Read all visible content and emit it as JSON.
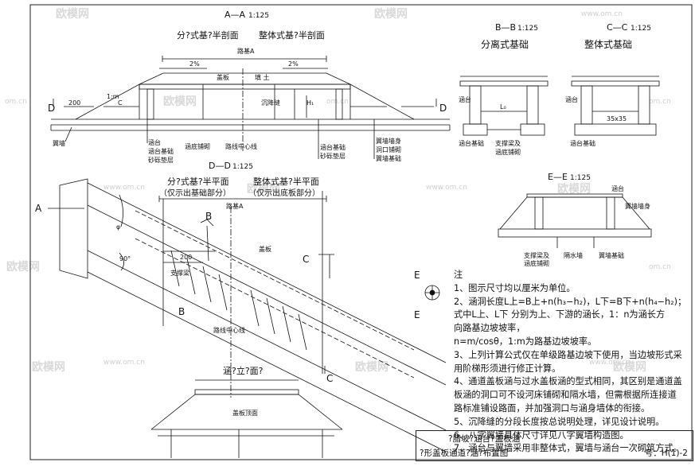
{
  "watermark": {
    "brand": "欧模网",
    "url": "www.om.cn",
    "short": "om.cn"
  },
  "section_aa": {
    "title": "A—A",
    "scale": "1:125",
    "left_half": "分?式基?半剖面",
    "right_half": "整体式基?半剖面",
    "road_width": "路基A",
    "slope_left": "2%",
    "slope_right": "2%",
    "dim_200": "200",
    "slope_ratio": "1:m",
    "dim_c": "C",
    "dim_h1": "H₁",
    "cover_plate": "盖板",
    "fill_soil": "填 土",
    "settlement_joint": "沉降缝",
    "wing_wall": "翼墙",
    "culvert_abutment": "涵台",
    "abutment_base": "涵台基础",
    "gravel_cushion": "砂砾垫层",
    "bottom_paving": "涵底铺砌",
    "road_centerline": "路线中心线",
    "abutment_base_r": "涵台基础",
    "gravel_cushion_r": "砂砾垫层",
    "wing_body": "翼墙墙身",
    "wing_mouth_base": "洞口铺砌",
    "wing_base": "翼墙基础"
  },
  "section_bb": {
    "title": "B—B",
    "scale": "1:125",
    "caption": "分离式基础",
    "abutment": "涵台",
    "abutment_base": "涵台基础",
    "support_beam": "支撑梁及",
    "bottom_paving": "涵底铺砌",
    "dim_l0": "L₀"
  },
  "section_cc": {
    "title": "C—C",
    "scale": "1:125",
    "caption": "整体式基础",
    "abutment": "涵台",
    "dim_35": "35x35",
    "abutment_base": "涵台基础"
  },
  "section_dd": {
    "title": "D—D",
    "scale": "1:125",
    "left_half": "分?式基?半平面",
    "left_note": "（仅示出基础部分）",
    "right_half": "整体式基?半平面",
    "right_note": "（仅示出底板部分）",
    "road_width": "路基A",
    "angle_label": "90°",
    "phi_label": "φ",
    "dim_200": "200",
    "support_beam": "支撑梁",
    "cover_plate": "盖板",
    "road_centerline": "路线中心线"
  },
  "section_ee": {
    "title": "E—E",
    "scale": "1:125",
    "wing_body": "翼墙墙身",
    "mouth_base": "翼墙基础",
    "wing_wall_small": "隔水墙",
    "support_beam": "支撑梁及",
    "bottom_paving": "涵底铺砌",
    "abutment": "涵台"
  },
  "opening_elev": {
    "title": "涵?立?面?",
    "cover_top": "盖板顶面"
  },
  "notes": {
    "heading": "注",
    "lines": [
      "1、图示尺寸均以厘米为单位。",
      "2、涵洞长度L上=B上+n(h₃−h₂)，L下=B下+n(h₄−h₂)；",
      "     式中L上、L下 分别为上、下游的涵长，1：n为涵长方",
      "     向路基边坡坡率，",
      "     n=m/cosθ，1:m为路基边坡坡率。",
      "3、上列计算公式仅在单级路基边坡下使用，当边坡形式采",
      "     用阶梯形须进行修正计算。",
      "4、通道盖板涵与过水盖板涵的型式相同，其区别是通道盖",
      "     板涵的洞口可不设河床铺砌和隔水墙，但需根据所连接道",
      "     路标准铺设路面，并加强洞口与涵身墙体的衔接。",
      "5、沉降缝的分段长度按总说明处理，详见设计说明。",
      "6、八字翼墙具体尺寸详见八字翼墙构造图。",
      "7、涵台与翼墙采用非整体式，翼墙与涵台一次砌筑方式。"
    ]
  },
  "title_block": {
    "row1": "?腊坡?涵台?盖板涵",
    "row2": "?形盖板通道?涵?布置图",
    "sheet": "号：H(1)-2"
  }
}
